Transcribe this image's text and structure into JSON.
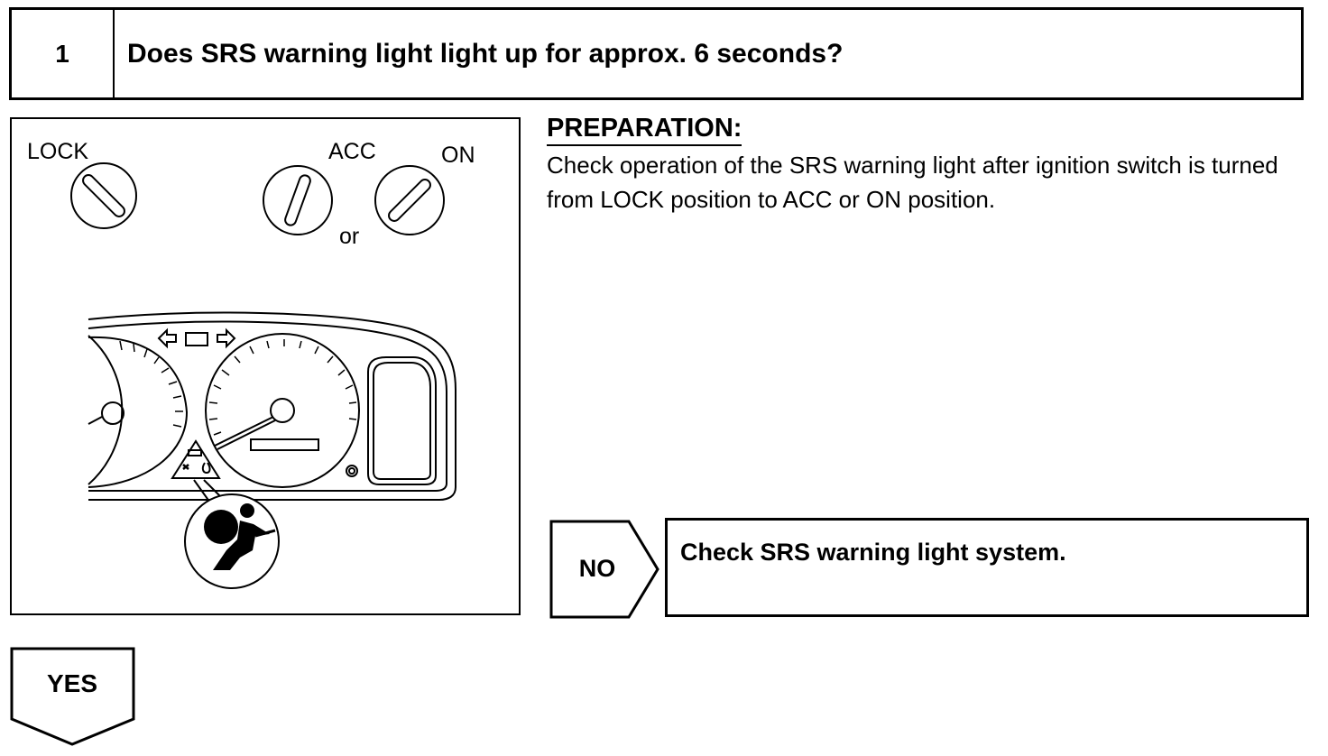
{
  "step": {
    "number": "1",
    "question": "Does SRS warning light light up for approx. 6 seconds?"
  },
  "illustration": {
    "label_lock": "LOCK",
    "label_acc": "ACC",
    "label_on": "ON",
    "label_or": "or",
    "icons": [
      "ignition-key-lock-icon",
      "ignition-key-acc-icon",
      "ignition-key-on-icon",
      "instrument-cluster-icon",
      "srs-airbag-warning-icon"
    ]
  },
  "preparation": {
    "heading": "PREPARATION:",
    "text": "Check operation of the SRS warning light after ignition switch is turned from LOCK position to ACC or ON position."
  },
  "branch_no": {
    "label": "NO",
    "result": "Check SRS warning light system."
  },
  "branch_yes": {
    "label": "YES"
  }
}
